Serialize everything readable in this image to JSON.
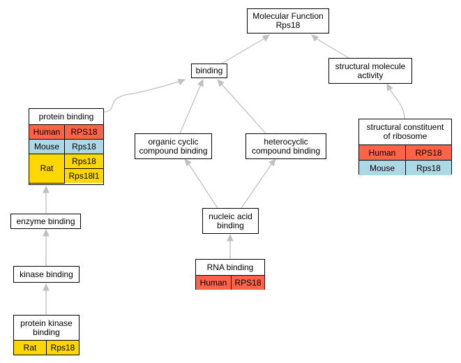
{
  "colors": {
    "human": "#ff6347",
    "mouse": "#add8e6",
    "rat": "#ffd700",
    "edge": "#c0c0c0"
  },
  "nodes": {
    "molecular_function": {
      "title": "Molecular Function\nRps18"
    },
    "binding": {
      "title": "binding"
    },
    "structural_molecule_activity": {
      "title": "structural molecule\nactivity"
    },
    "protein_binding": {
      "title": "protein binding",
      "rows": [
        {
          "species": "Human",
          "genes": [
            "RPS18"
          ]
        },
        {
          "species": "Mouse",
          "genes": [
            "Rps18"
          ]
        },
        {
          "species": "Rat",
          "genes": [
            "Rps18",
            "Rps18l1"
          ]
        }
      ]
    },
    "organic_cyclic": {
      "title": "organic cyclic\ncompound binding"
    },
    "heterocyclic": {
      "title": "heterocyclic\ncompound binding"
    },
    "structural_constituent": {
      "title": "structural constituent\nof ribosome",
      "rows": [
        {
          "species": "Human",
          "genes": [
            "RPS18"
          ]
        },
        {
          "species": "Mouse",
          "genes": [
            "Rps18"
          ]
        }
      ]
    },
    "enzyme_binding": {
      "title": "enzyme binding"
    },
    "nucleic_acid": {
      "title": "nucleic acid\nbinding"
    },
    "rna_binding": {
      "title": "RNA binding",
      "rows": [
        {
          "species": "Human",
          "genes": [
            "RPS18"
          ]
        }
      ]
    },
    "kinase_binding": {
      "title": "kinase binding"
    },
    "protein_kinase_binding": {
      "title": "protein kinase\nbinding",
      "rows": [
        {
          "species": "Rat",
          "genes": [
            "Rps18"
          ]
        }
      ]
    }
  }
}
